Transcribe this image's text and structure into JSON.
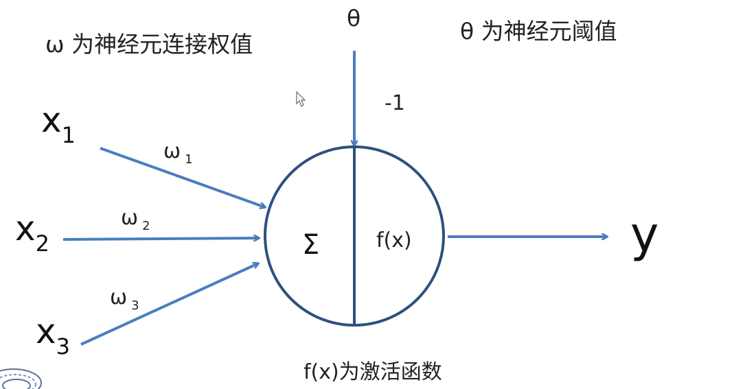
{
  "labels": {
    "weight_note": "ω 为神经元连接权值",
    "threshold_symbol": "θ",
    "threshold_note": "θ 为神经元阈值",
    "bias_input": "-1",
    "sum_symbol": "Σ",
    "activation": "f(x)",
    "activation_note": "f(x)为激活函数",
    "output": "y"
  },
  "inputs": [
    {
      "name": "x",
      "sub": "1",
      "weight": "ω",
      "weight_sub": "1"
    },
    {
      "name": "x",
      "sub": "2",
      "weight": "ω",
      "weight_sub": "2"
    },
    {
      "name": "x",
      "sub": "3",
      "weight": "ω",
      "weight_sub": "3"
    }
  ],
  "colors": {
    "arrow": "#4a7dbf",
    "neuron_stroke": "#2f4f7f",
    "text": "#222222"
  }
}
